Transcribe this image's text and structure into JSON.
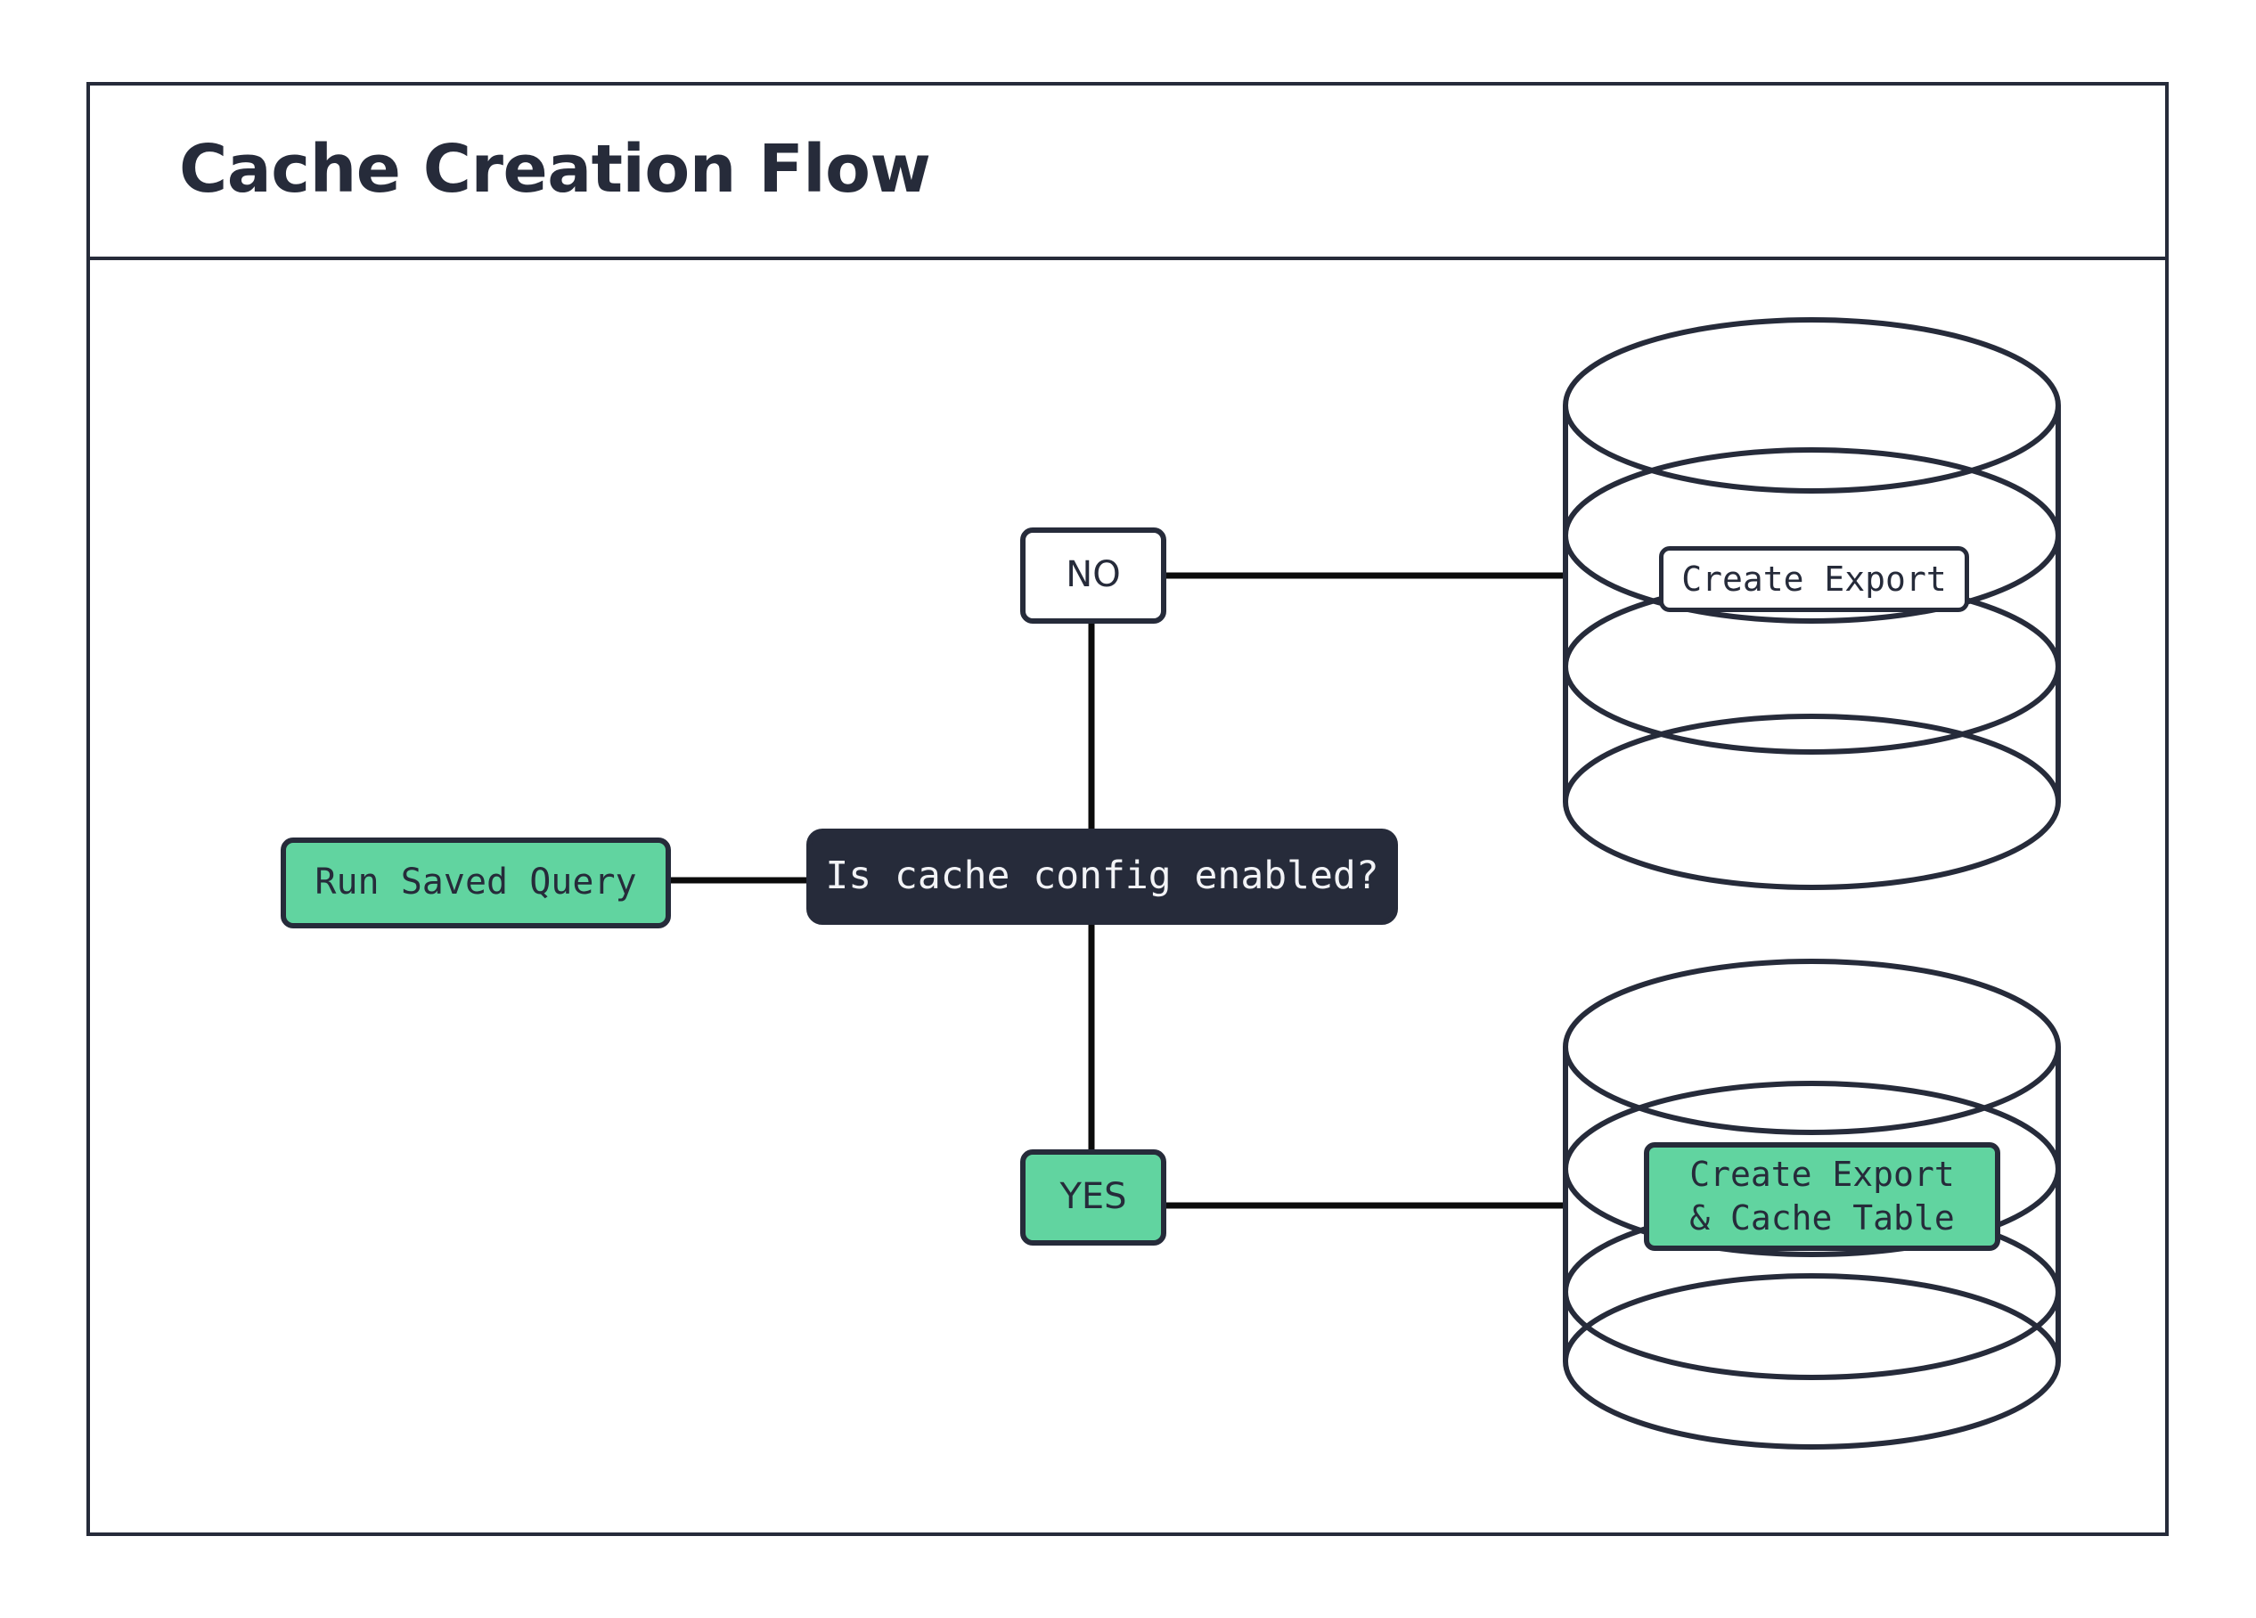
{
  "diagram": {
    "title": "Cache Creation Flow",
    "type": "flowchart",
    "direction": "left-to-right",
    "colors": {
      "ink": "#262B3A",
      "accent_green": "#61D4A0",
      "edge": "#0b0b0b",
      "background": "#ffffff"
    },
    "nodes": [
      {
        "id": "run-saved-query",
        "label": "Run Saved Query",
        "shape": "rounded-rect",
        "fill": "#61D4A0",
        "text_color": "#262B3A"
      },
      {
        "id": "decision",
        "label": "Is cache config enabled?",
        "shape": "rounded-rect",
        "fill": "#262B3A",
        "text_color": "#F2F3F6"
      },
      {
        "id": "label-no",
        "label": "NO",
        "shape": "rounded-rect",
        "fill": "#ffffff",
        "text_color": "#262B3A"
      },
      {
        "id": "label-yes",
        "label": "YES",
        "shape": "rounded-rect",
        "fill": "#61D4A0",
        "text_color": "#262B3A"
      },
      {
        "id": "create-export",
        "label": "Create Export",
        "shape": "database-cylinder",
        "fill": "#ffffff",
        "text_color": "#262B3A"
      },
      {
        "id": "create-export-cache",
        "label_line1": "Create Export",
        "label_line2": "& Cache Table",
        "shape": "database-cylinder",
        "fill": "#61D4A0",
        "text_color": "#262B3A"
      }
    ],
    "edges": [
      {
        "from": "run-saved-query",
        "to": "decision",
        "label": ""
      },
      {
        "from": "decision",
        "to": "label-no",
        "label": ""
      },
      {
        "from": "label-no",
        "to": "create-export",
        "label": ""
      },
      {
        "from": "decision",
        "to": "label-yes",
        "label": ""
      },
      {
        "from": "label-yes",
        "to": "create-export-cache",
        "label": ""
      }
    ]
  }
}
